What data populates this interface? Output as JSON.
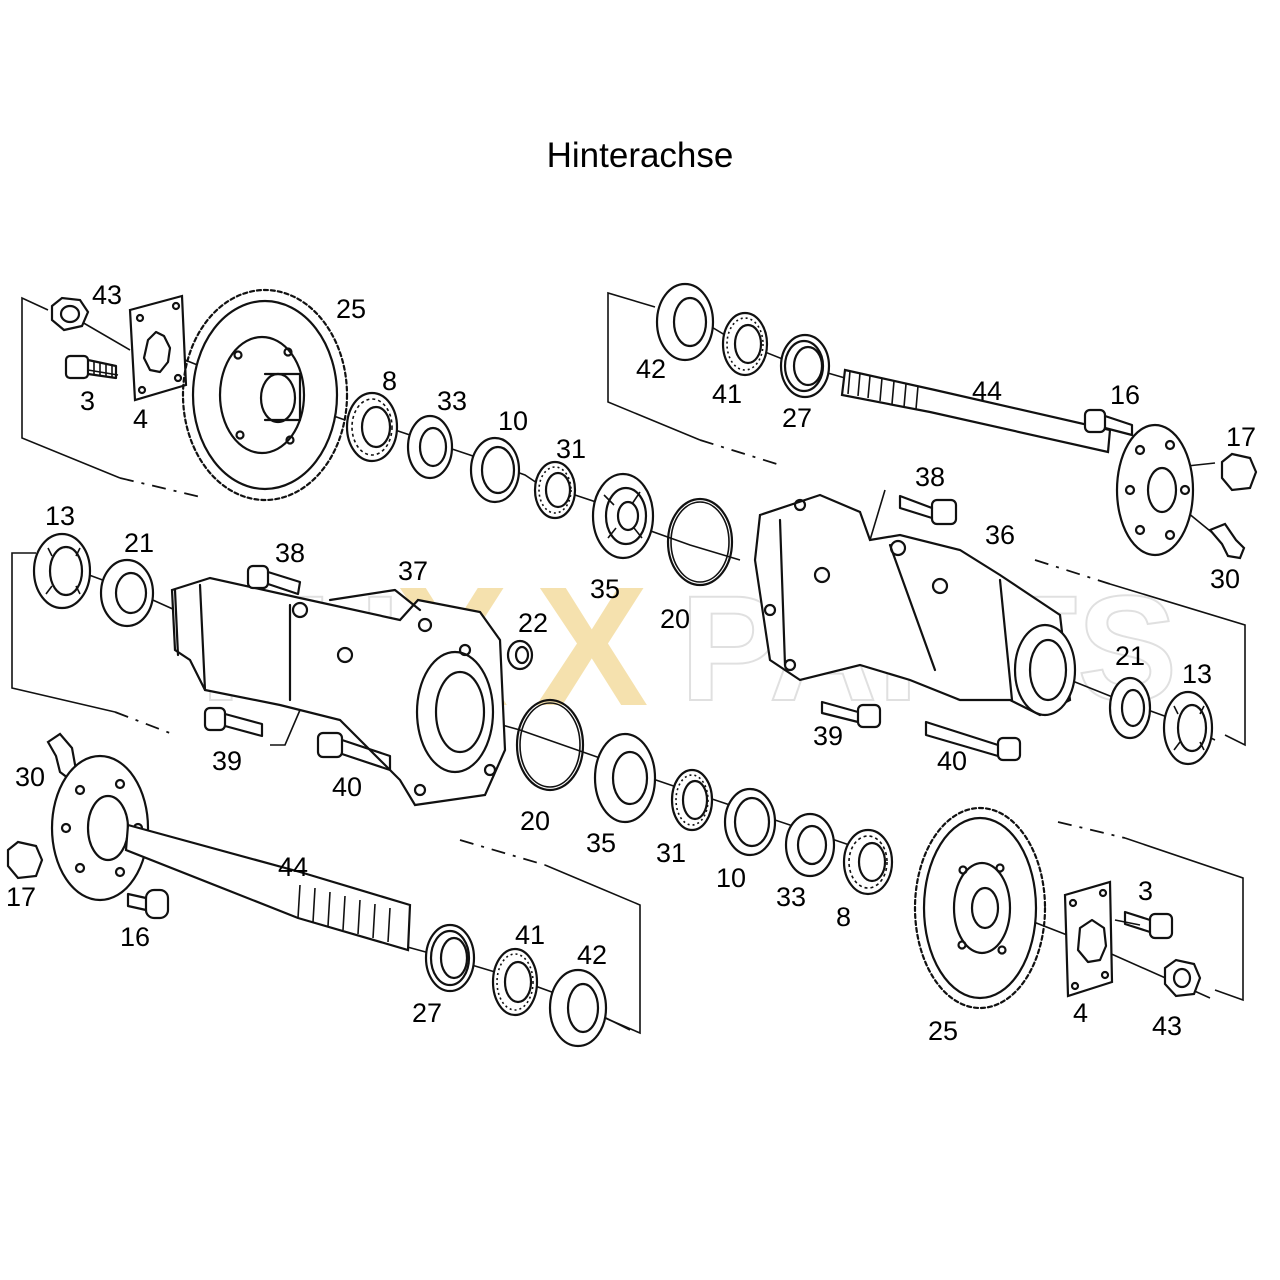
{
  "title": "Hinterachse",
  "watermark": {
    "left": "FU",
    "x1": "X",
    "x2": "X",
    "right": "PARTS",
    "accent_color": "#f2d894"
  },
  "callouts": [
    {
      "id": "c43a",
      "text": "43"
    },
    {
      "id": "c3a",
      "text": "3"
    },
    {
      "id": "c4a",
      "text": "4"
    },
    {
      "id": "c25a",
      "text": "25"
    },
    {
      "id": "c8a",
      "text": "8"
    },
    {
      "id": "c33a",
      "text": "33"
    },
    {
      "id": "c10a",
      "text": "10"
    },
    {
      "id": "c31a",
      "text": "31"
    },
    {
      "id": "c35a",
      "text": "35"
    },
    {
      "id": "c20a",
      "text": "20"
    },
    {
      "id": "c42a",
      "text": "42"
    },
    {
      "id": "c41a",
      "text": "41"
    },
    {
      "id": "c27a",
      "text": "27"
    },
    {
      "id": "c44a",
      "text": "44"
    },
    {
      "id": "c16a",
      "text": "16"
    },
    {
      "id": "c17a",
      "text": "17"
    },
    {
      "id": "c30a",
      "text": "30"
    },
    {
      "id": "c38a",
      "text": "38"
    },
    {
      "id": "c36",
      "text": "36"
    },
    {
      "id": "c13a",
      "text": "13"
    },
    {
      "id": "c21a",
      "text": "21"
    },
    {
      "id": "c38b",
      "text": "38"
    },
    {
      "id": "c37",
      "text": "37"
    },
    {
      "id": "c22",
      "text": "22"
    },
    {
      "id": "c21b",
      "text": "21"
    },
    {
      "id": "c13b",
      "text": "13"
    },
    {
      "id": "c39a",
      "text": "39"
    },
    {
      "id": "c40a",
      "text": "40"
    },
    {
      "id": "c39b",
      "text": "39"
    },
    {
      "id": "c40b",
      "text": "40"
    },
    {
      "id": "c20b",
      "text": "20"
    },
    {
      "id": "c35b",
      "text": "35"
    },
    {
      "id": "c31b",
      "text": "31"
    },
    {
      "id": "c10b",
      "text": "10"
    },
    {
      "id": "c33b",
      "text": "33"
    },
    {
      "id": "c8b",
      "text": "8"
    },
    {
      "id": "c30b",
      "text": "30"
    },
    {
      "id": "c17b",
      "text": "17"
    },
    {
      "id": "c16b",
      "text": "16"
    },
    {
      "id": "c44b",
      "text": "44"
    },
    {
      "id": "c27b",
      "text": "27"
    },
    {
      "id": "c41b",
      "text": "41"
    },
    {
      "id": "c42b",
      "text": "42"
    },
    {
      "id": "c25b",
      "text": "25"
    },
    {
      "id": "c4b",
      "text": "4"
    },
    {
      "id": "c3b",
      "text": "3"
    },
    {
      "id": "c43b",
      "text": "43"
    }
  ]
}
